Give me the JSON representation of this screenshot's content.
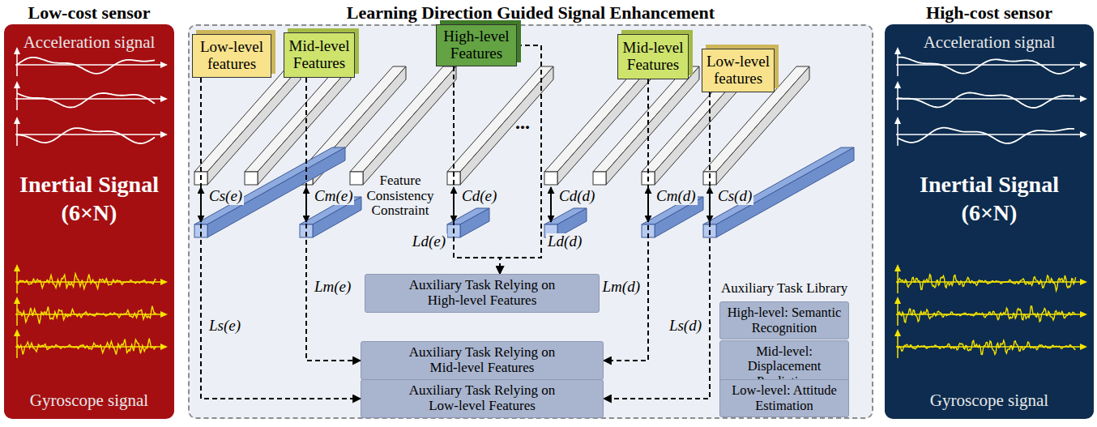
{
  "diagram": {
    "nodes": [
      {
        "text": [
          "Low-cost sensor",
          "Acceleration signal",
          "Inertial Signal (6×N)",
          "Gyroscope signal"
        ]
      },
      {
        "text": [
          "Learning Direction Guided Signal Enhancement"
        ]
      },
      {
        "text": [
          "Low-level features"
        ],
        "in": 1
      },
      {
        "text": [
          "Mid-level Features"
        ],
        "in": 1
      },
      {
        "text": [
          "High-level Features"
        ],
        "in": 1
      },
      {
        "text": [
          "Mid-level Features"
        ],
        "in": 1
      },
      {
        "text": [
          "Low-level features"
        ],
        "in": 1
      },
      {
        "text": [
          "Auxiliary Task Relying on High-level Features"
        ],
        "in": 1
      },
      {
        "text": [
          "Auxiliary Task Relying on Mid-level Features"
        ],
        "in": 1
      },
      {
        "text": [
          "Auxiliary Task Relying on Low-level Features"
        ],
        "in": 1
      },
      {
        "text": [
          "High-level: Semantic Recognition"
        ],
        "in": 1
      },
      {
        "text": [
          "Mid-level: Displacement Prediction"
        ],
        "in": 1
      },
      {
        "text": [
          "Low-level: Attitude Estimation"
        ],
        "in": 1
      },
      {
        "text": [
          "High-cost sensor",
          "Acceleration signal",
          "Inertial Signal (6×N)",
          "Gyroscope signal"
        ]
      }
    ],
    "edges": [
      {
        "from": 2,
        "to": 9,
        "label": "Ls(e)",
        "arrow": "to"
      },
      {
        "from": 3,
        "to": 8,
        "label": "Lm(e)",
        "arrow": "to"
      },
      {
        "from": 4,
        "to": 7,
        "label": "Ld(e)",
        "arrow": "to"
      },
      {
        "from": 4,
        "to": 7,
        "label": "Ld(d)",
        "arrow": "to"
      },
      {
        "from": 5,
        "to": 8,
        "label": "Lm(d)",
        "arrow": "to"
      },
      {
        "from": 6,
        "to": 9,
        "label": "Ls(d)",
        "arrow": "to"
      }
    ],
    "labels": [
      "...",
      "Cs(e)",
      "Cm(e)",
      "Feature Consistency Constraint",
      "Cd(e)",
      "Cd(d)",
      "Cm(d)",
      "Cs(d)",
      "Auxiliary Task Library"
    ]
  }
}
